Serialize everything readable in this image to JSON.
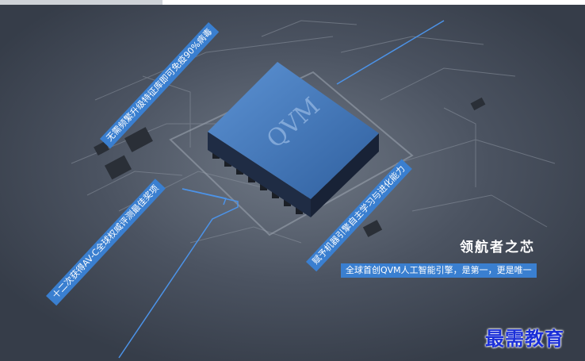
{
  "chip": {
    "label": "QVM"
  },
  "callouts": {
    "tag1": "无需频繁升级特征库即可免疫90%病毒",
    "tag2": "十二次获得AV-C全球权威评测最佳奖项",
    "tag3": "赋予机器引擎自主学习与进化能力"
  },
  "headline": "领航者之芯",
  "subline": "全球首创QVM人工智能引擎，是第一，更是唯一",
  "watermark": "最需教育",
  "colors": {
    "background": "#3a4250",
    "accent": "#3a7fd0",
    "chip": "#3f74b8",
    "watermark": "#1b2fd8"
  }
}
